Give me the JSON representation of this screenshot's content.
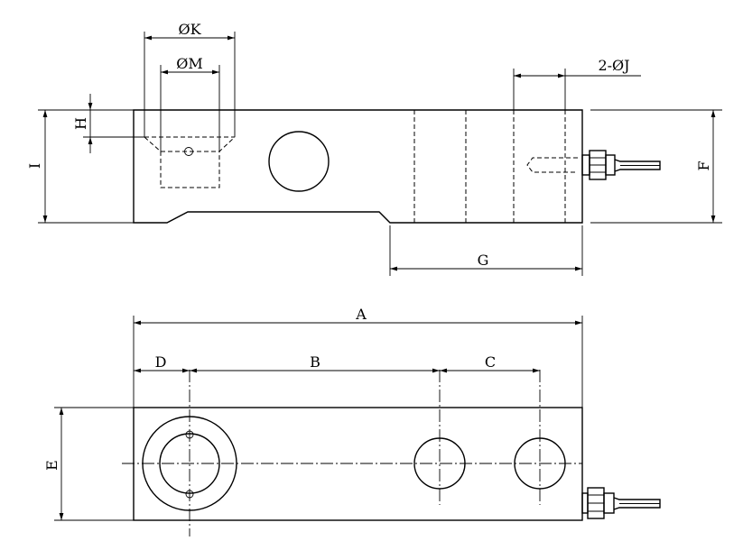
{
  "labels": {
    "phi_k": "ØK",
    "phi_m": "ØM",
    "two_phi_j": "2-ØJ",
    "h": "H",
    "i": "I",
    "f": "F",
    "g": "G",
    "a": "A",
    "d": "D",
    "b": "B",
    "c": "C",
    "e": "E"
  }
}
